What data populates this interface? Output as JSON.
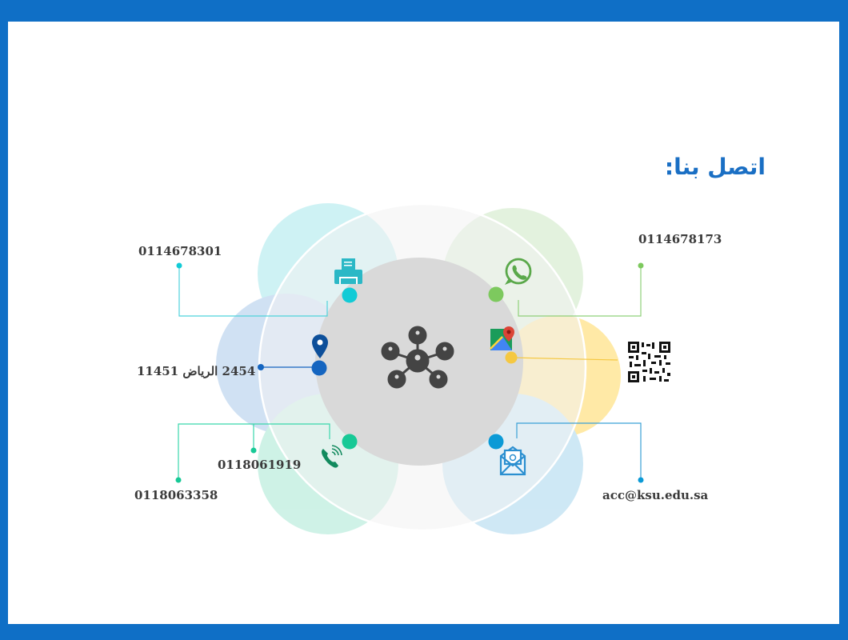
{
  "title": "اتصل بنا:",
  "contacts": {
    "fax": "0114678301",
    "whatsapp": "0114678173",
    "address": "2454 الرياض 11451",
    "phone1": "0118061919",
    "phone2": "0118063358",
    "email": "acc@ksu.edu.sa"
  },
  "colors": {
    "frame": "#0f6fc6",
    "fax": "#12cbd6",
    "whatsapp": "#7dc95e",
    "location": "#1565c0",
    "maps": "#f5c842",
    "phone": "#17c996",
    "email": "#0b9ad6"
  }
}
